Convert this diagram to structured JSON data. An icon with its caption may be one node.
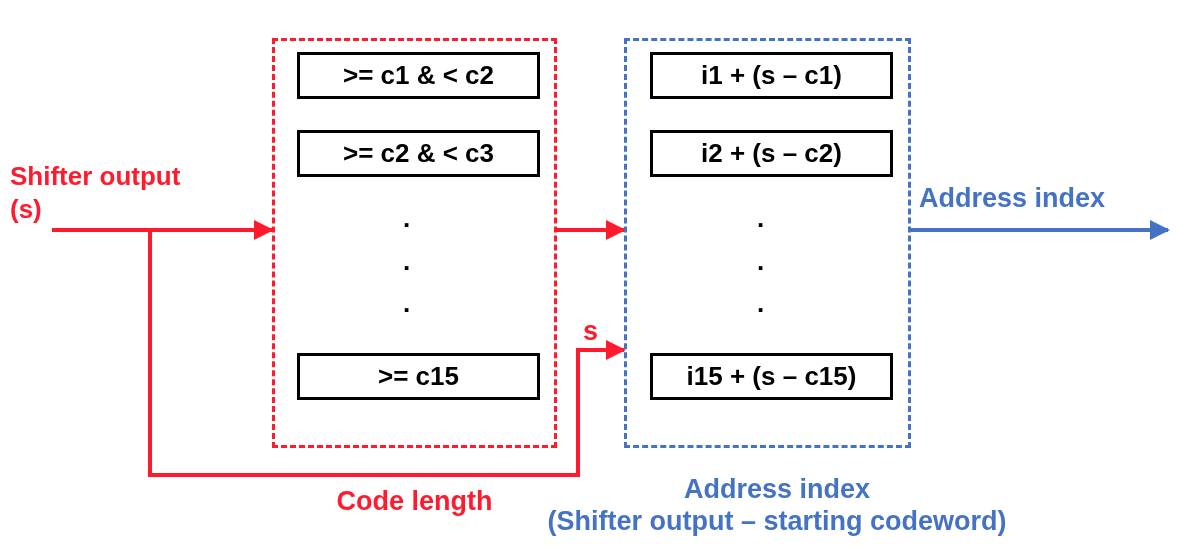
{
  "diagram": {
    "nodes": [
      {
        "text": [
          "Code length"
        ]
      },
      {
        "text": [
          ">= c1 & < c2"
        ],
        "in": 0
      },
      {
        "text": [
          ">= c2 & < c3"
        ],
        "in": 0
      },
      {
        "text": [
          ">= c15"
        ],
        "in": 0
      },
      {
        "text": [
          "Address index",
          "(Shifter output – starting codeword)"
        ]
      },
      {
        "text": [
          "i1 + (s – c1)"
        ],
        "in": 4
      },
      {
        "text": [
          "i2 + (s – c2)"
        ],
        "in": 4
      },
      {
        "text": [
          "i15 + (s – c15)"
        ],
        "in": 4
      },
      {
        "text": [
          "Shifter output (s)"
        ]
      }
    ],
    "edges": [
      {
        "from": 8,
        "to": 0,
        "arrow": "to"
      },
      {
        "from": 8,
        "to": 4,
        "arrow": "to",
        "label": "s"
      },
      {
        "from": 0,
        "to": 4,
        "arrow": "to"
      },
      {
        "from": 4,
        "to": null,
        "arrow": "to",
        "label": "Address index",
        "color": "#4472c4"
      }
    ],
    "labels": [
      ".",
      ".",
      ".",
      ".",
      ".",
      "."
    ]
  }
}
